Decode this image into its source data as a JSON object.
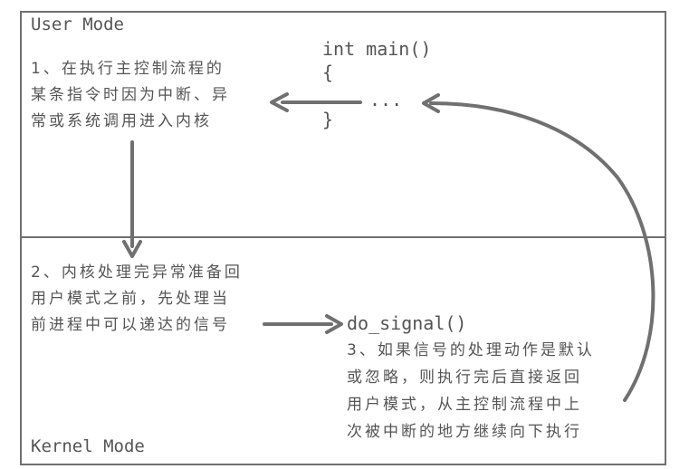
{
  "user_mode": {
    "title": "User Mode",
    "note_lines": [
      "1、在执行主控制流程的",
      "某条指令时因为中断、异",
      "常或系统调用进入内核"
    ],
    "code_lines": [
      "int main()",
      "{",
      "...",
      "}"
    ]
  },
  "kernel_mode": {
    "title": "Kernel Mode",
    "note_lines": [
      "2、内核处理完异常准备回",
      "用户模式之前，先处理当",
      "前进程中可以递达的信号"
    ],
    "function": "do_signal()",
    "step3_lines": [
      "3、如果信号的处理动作是默认",
      "或忽略，则执行完后直接返回",
      "用户模式，从主控制流程中上",
      "次被中断的地方继续向下执行"
    ]
  },
  "colors": {
    "line": "#707070",
    "text": "#555555"
  }
}
